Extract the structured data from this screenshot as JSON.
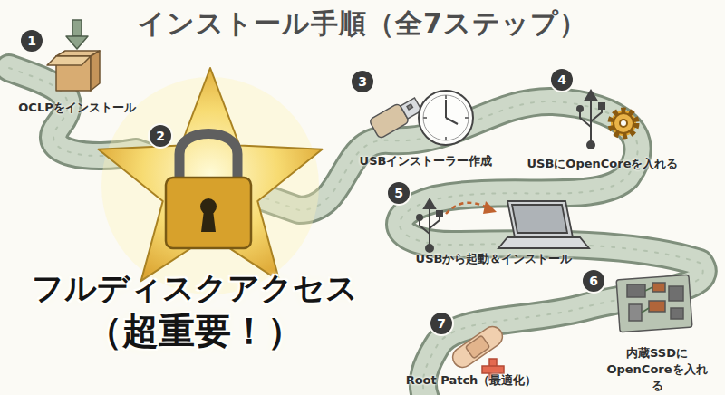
{
  "diagram": {
    "title": "インストール手順（全7ステップ）",
    "nodes": [
      {
        "text": [
          "1"
        ]
      },
      {
        "text": [
          "2"
        ]
      },
      {
        "text": [
          "フルディスクアクセス",
          "（超重要！）"
        ]
      },
      {
        "text": [
          "3"
        ]
      },
      {
        "text": [
          "4"
        ]
      },
      {
        "text": [
          "5"
        ]
      },
      {
        "text": [
          "6"
        ]
      },
      {
        "text": [
          "7"
        ]
      }
    ],
    "labels": [
      "OCLPをインストール",
      "USBインストーラー作成",
      "USBにOpenCoreを入れる",
      "USBから起動＆インストール",
      "内蔵SSDに OpenCoreを入れる",
      "Root Patch（最適化）"
    ]
  }
}
